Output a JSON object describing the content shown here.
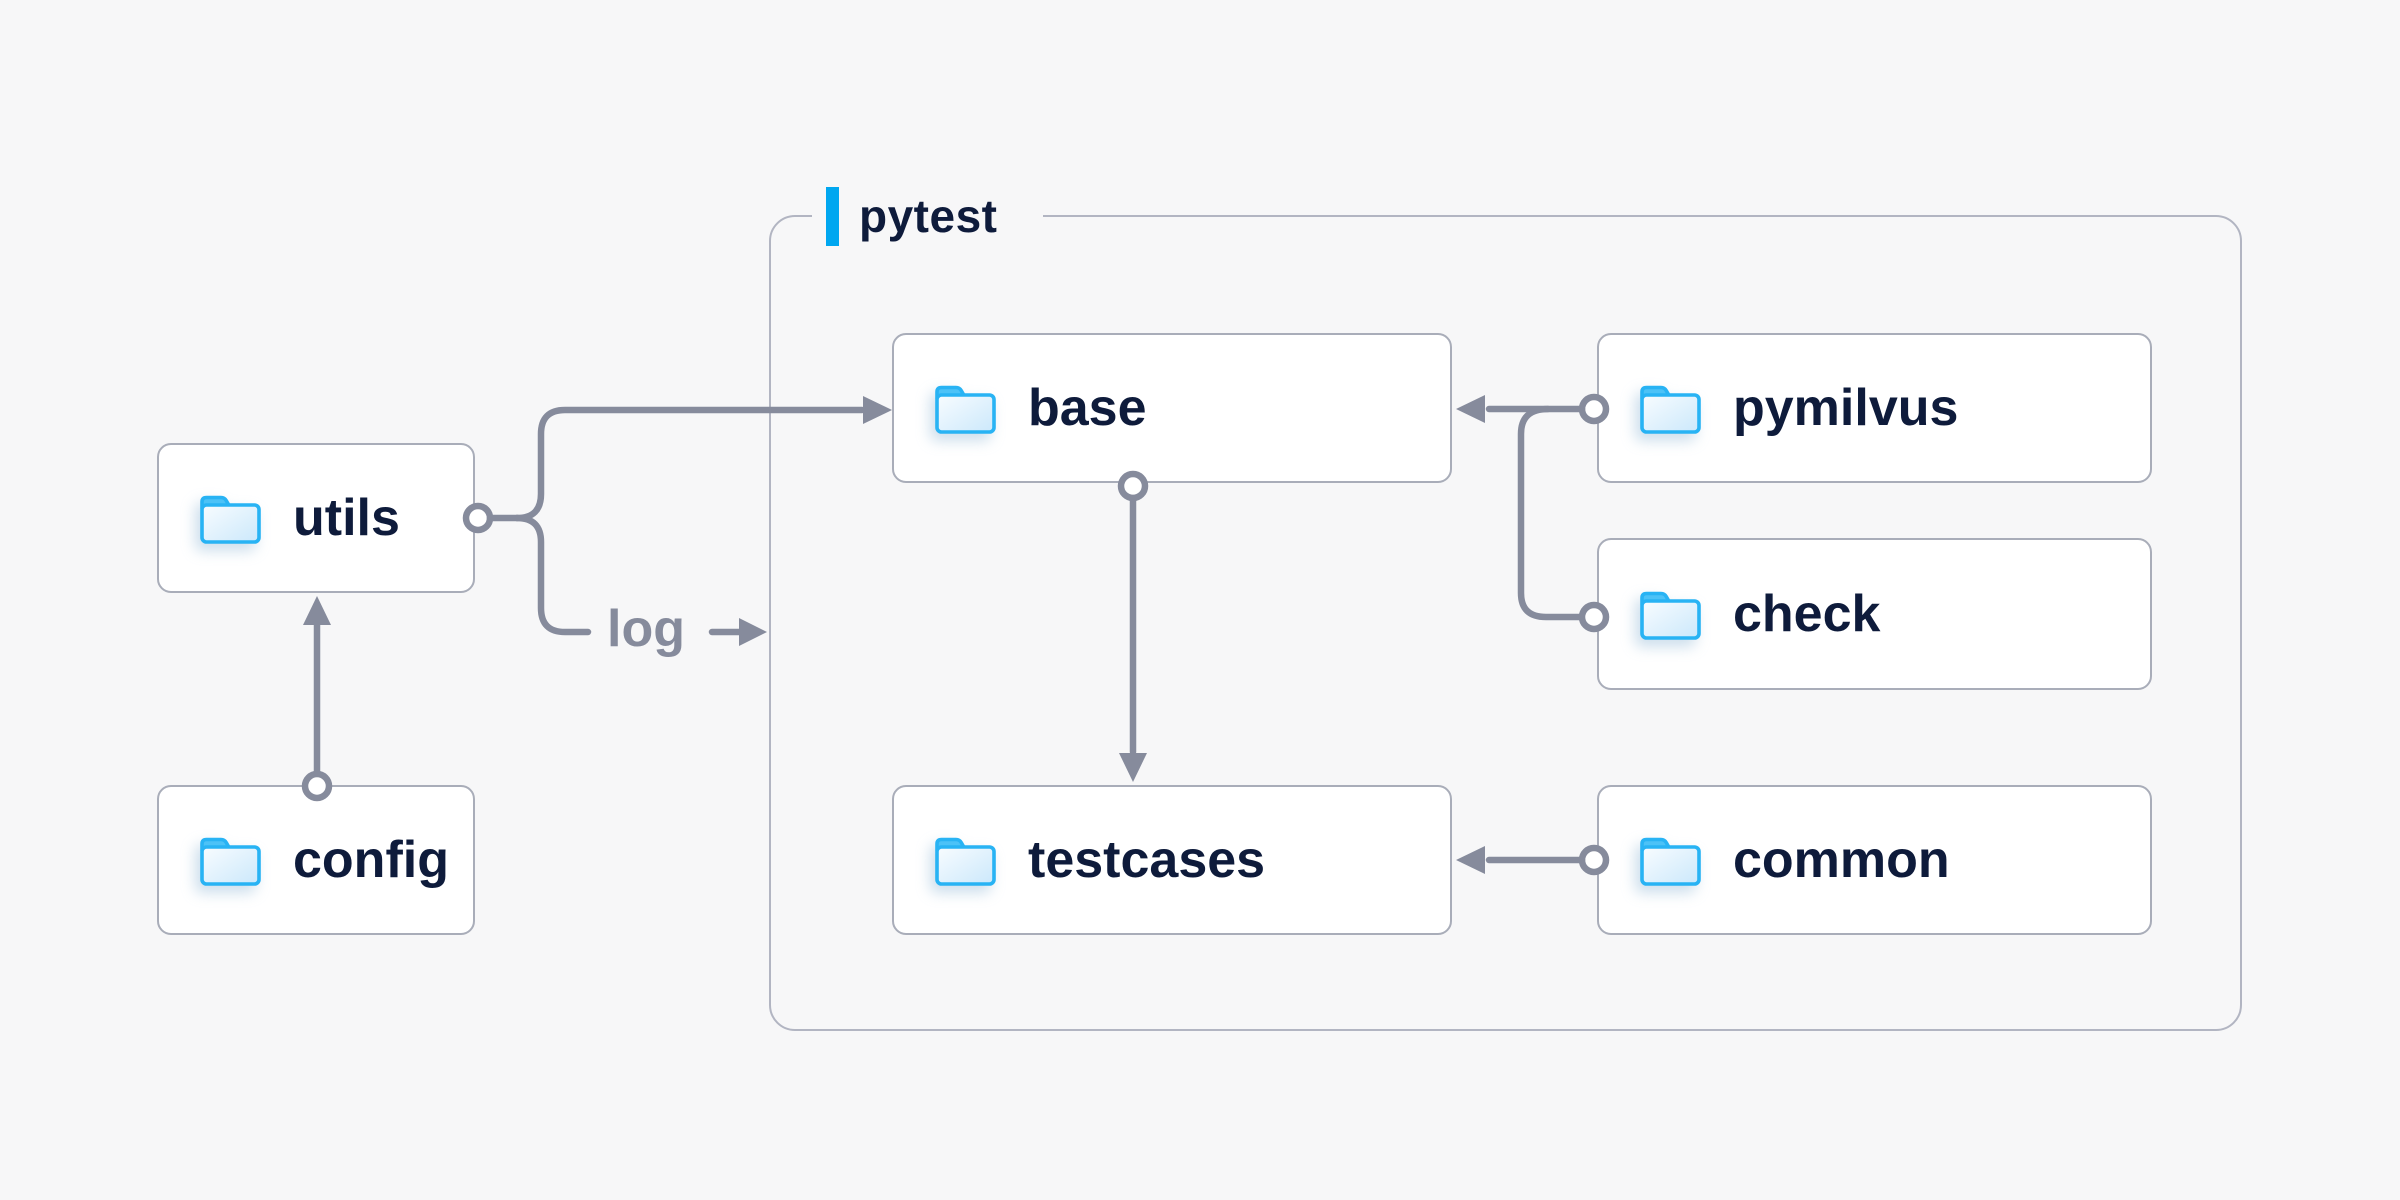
{
  "diagram": {
    "group_label": "pytest",
    "nodes": {
      "utils": {
        "label": "utils"
      },
      "config": {
        "label": "config"
      },
      "base": {
        "label": "base"
      },
      "pymilvus": {
        "label": "pymilvus"
      },
      "check": {
        "label": "check"
      },
      "testcases": {
        "label": "testcases"
      },
      "common": {
        "label": "common"
      }
    },
    "log_label": "log",
    "group_members": [
      "base",
      "pymilvus",
      "check",
      "testcases",
      "common"
    ],
    "edges": [
      {
        "from": "config",
        "to": "utils"
      },
      {
        "from": "utils",
        "to": "base"
      },
      {
        "from": "utils",
        "to": "log"
      },
      {
        "from": "base",
        "to": "testcases"
      },
      {
        "from": "pymilvus",
        "to": "base"
      },
      {
        "from": "check",
        "to": "base"
      },
      {
        "from": "common",
        "to": "testcases"
      }
    ],
    "colors": {
      "accent_blue": "#00a7f0",
      "folder_blue": "#28b3f4",
      "folder_tab": "#4cc2f7",
      "text_navy": "#0e1b3b",
      "line_gray": "#868b9c",
      "box_border": "#a9adb9",
      "group_border": "#b2b5c2",
      "background": "#f7f7f8",
      "node_fill": "#ffffff"
    }
  }
}
